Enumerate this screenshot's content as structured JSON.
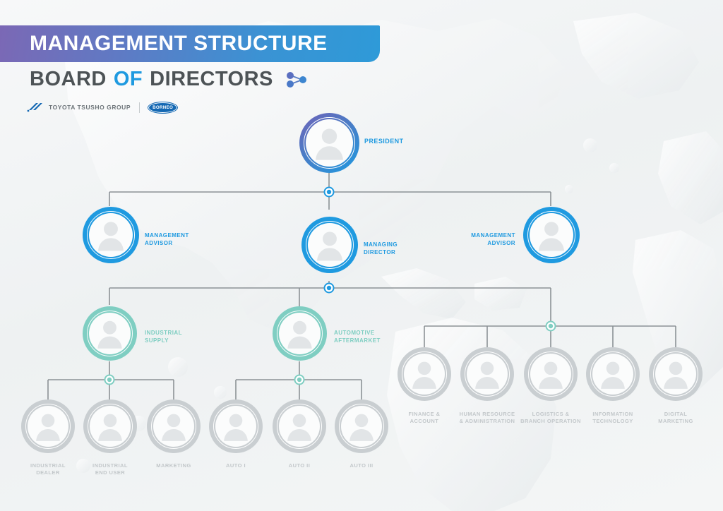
{
  "header": {
    "banner_title": "MANAGEMENT STRUCTURE",
    "subtitle_part1": "BOARD",
    "subtitle_part2": "OF",
    "subtitle_part3": "DIRECTORS",
    "share_icon": "network-share-icon"
  },
  "logo": {
    "mark": "toyota-tsusho-mark-icon",
    "group_text": "TOYOTA TSUSHO GROUP",
    "badge_text": "BORNEO"
  },
  "colors": {
    "banner_gradient_start": "#7b68b5",
    "banner_gradient_end": "#2e9ad8",
    "accent_blue": "#1f9ae0",
    "accent_teal": "#7fcec2",
    "node_gray": "#c9ced1",
    "line_gray": "#8c9296",
    "background": "#f2f4f5",
    "text_dark": "#4d5356"
  },
  "chart_data": {
    "type": "diagram",
    "title": "MANAGEMENT STRUCTURE — BOARD OF DIRECTORS",
    "levels": [
      {
        "level": 1,
        "nodes": [
          {
            "id": "president",
            "label": "PRESIDENT",
            "color": "gradient-purple-blue",
            "label_side": "right"
          }
        ]
      },
      {
        "level": 2,
        "nodes": [
          {
            "id": "management-advisor-left",
            "label": "MANAGEMENT\nADVISOR",
            "color": "blue",
            "label_side": "right"
          },
          {
            "id": "managing-director",
            "label": "MANAGING\nDIRECTOR",
            "color": "blue",
            "label_side": "right"
          },
          {
            "id": "management-advisor-right",
            "label": "MANAGEMENT\nADVISOR",
            "color": "blue",
            "label_side": "left"
          }
        ]
      },
      {
        "level": 3,
        "nodes": [
          {
            "id": "industrial-supply",
            "label": "INDUSTRIAL\nSUPPLY",
            "color": "teal",
            "label_side": "right"
          },
          {
            "id": "automotive-aftermarket",
            "label": "AUTOMOTIVE\nAFTERMARKET",
            "color": "teal",
            "label_side": "right"
          }
        ]
      },
      {
        "level": 4,
        "nodes": [
          {
            "id": "industrial-dealer",
            "label": "INDUSTRIAL\nDEALER",
            "color": "gray",
            "label_side": "below"
          },
          {
            "id": "industrial-end-user",
            "label": "INDUSTRIAL\nEND USER",
            "color": "gray",
            "label_side": "below"
          },
          {
            "id": "marketing",
            "label": "MARKETING",
            "color": "gray",
            "label_side": "below"
          },
          {
            "id": "auto-1",
            "label": "AUTO I",
            "color": "gray",
            "label_side": "below"
          },
          {
            "id": "auto-2",
            "label": "AUTO II",
            "color": "gray",
            "label_side": "below"
          },
          {
            "id": "auto-3",
            "label": "AUTO III",
            "color": "gray",
            "label_side": "below"
          },
          {
            "id": "finance-account",
            "label": "FINANCE &\nACCOUNT",
            "color": "gray",
            "label_side": "below"
          },
          {
            "id": "human-resource-administration",
            "label": "HUMAN RESOURCE\n& ADMINISTRATION",
            "color": "gray",
            "label_side": "below"
          },
          {
            "id": "logistics-branch-operation",
            "label": "LOGISTICS &\nBRANCH OPERATION",
            "color": "gray",
            "label_side": "below"
          },
          {
            "id": "information-technology",
            "label": "INFORMATION\nTECHNOLOGY",
            "color": "gray",
            "label_side": "below"
          },
          {
            "id": "digital-marketing",
            "label": "DIGITAL\nMARKETING",
            "color": "gray",
            "label_side": "below"
          }
        ]
      }
    ],
    "edges": [
      {
        "from": "president",
        "to": "management-advisor-left"
      },
      {
        "from": "president",
        "to": "managing-director"
      },
      {
        "from": "president",
        "to": "management-advisor-right"
      },
      {
        "from": "managing-director",
        "to": "industrial-supply"
      },
      {
        "from": "managing-director",
        "to": "automotive-aftermarket"
      },
      {
        "from": "managing-director",
        "to": "departments-bus"
      },
      {
        "from": "industrial-supply",
        "to": "industrial-dealer"
      },
      {
        "from": "industrial-supply",
        "to": "industrial-end-user"
      },
      {
        "from": "industrial-supply",
        "to": "marketing"
      },
      {
        "from": "automotive-aftermarket",
        "to": "auto-1"
      },
      {
        "from": "automotive-aftermarket",
        "to": "auto-2"
      },
      {
        "from": "automotive-aftermarket",
        "to": "auto-3"
      },
      {
        "from": "departments-bus",
        "to": "finance-account"
      },
      {
        "from": "departments-bus",
        "to": "human-resource-administration"
      },
      {
        "from": "departments-bus",
        "to": "logistics-branch-operation"
      },
      {
        "from": "departments-bus",
        "to": "information-technology"
      },
      {
        "from": "departments-bus",
        "to": "digital-marketing"
      }
    ]
  },
  "nodes": {
    "president": {
      "label": "PRESIDENT"
    },
    "management_advisor_left": {
      "label": "MANAGEMENT\nADVISOR"
    },
    "managing_director": {
      "label": "MANAGING\nDIRECTOR"
    },
    "management_advisor_right": {
      "label": "MANAGEMENT\nADVISOR"
    },
    "industrial_supply": {
      "label": "INDUSTRIAL\nSUPPLY"
    },
    "automotive_aftermarket": {
      "label": "AUTOMOTIVE\nAFTERMARKET"
    },
    "industrial_dealer": {
      "label": "INDUSTRIAL\nDEALER"
    },
    "industrial_end_user": {
      "label": "INDUSTRIAL\nEND USER"
    },
    "marketing": {
      "label": "MARKETING"
    },
    "auto_1": {
      "label": "AUTO I"
    },
    "auto_2": {
      "label": "AUTO II"
    },
    "auto_3": {
      "label": "AUTO III"
    },
    "finance_account": {
      "label": "FINANCE &\nACCOUNT"
    },
    "human_resource": {
      "label": "HUMAN RESOURCE\n& ADMINISTRATION"
    },
    "logistics_branch": {
      "label": "LOGISTICS &\nBRANCH OPERATION"
    },
    "information_technology": {
      "label": "INFORMATION\nTECHNOLOGY"
    },
    "digital_marketing": {
      "label": "DIGITAL\nMARKETING"
    }
  }
}
